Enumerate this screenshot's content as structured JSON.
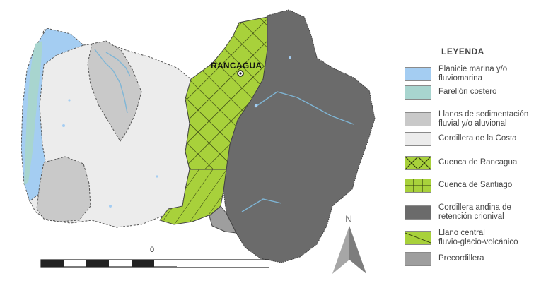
{
  "map": {
    "city": "RANCAGUA",
    "scale_zero": "0",
    "north": "N"
  },
  "legend": {
    "title": "LEYENDA",
    "items": [
      {
        "label": "Planicie marina y/o\nfluviomarina",
        "color": "#a4cdf2",
        "pattern": "solid"
      },
      {
        "label": "Farellón costero",
        "color": "#a8d5cf",
        "pattern": "solid"
      },
      {
        "label": "Llanos de sedimentación\nfluvial y/o aluvional",
        "color": "#c9c9c9",
        "pattern": "solid"
      },
      {
        "label": "Cordillera de la Costa",
        "color": "#ececec",
        "pattern": "solid"
      },
      {
        "label": "Cuenca de Rancagua",
        "color": "#a8d13b",
        "pattern": "crosshatch"
      },
      {
        "label": "Cuenca de Santiago",
        "color": "#a8d13b",
        "pattern": "grid"
      },
      {
        "label": "Cordillera andina de\nretención crionival",
        "color": "#6b6b6b",
        "pattern": "solid"
      },
      {
        "label": "Llano central\nfluvio-glacio-volcánico",
        "color": "#a8d13b",
        "pattern": "diagonal"
      },
      {
        "label": "Precordillera",
        "color": "#9e9e9e",
        "pattern": "solid"
      }
    ]
  },
  "colors": {
    "river": "#7fb6d6",
    "hatch": "#2f3a10",
    "border": "#555555"
  }
}
